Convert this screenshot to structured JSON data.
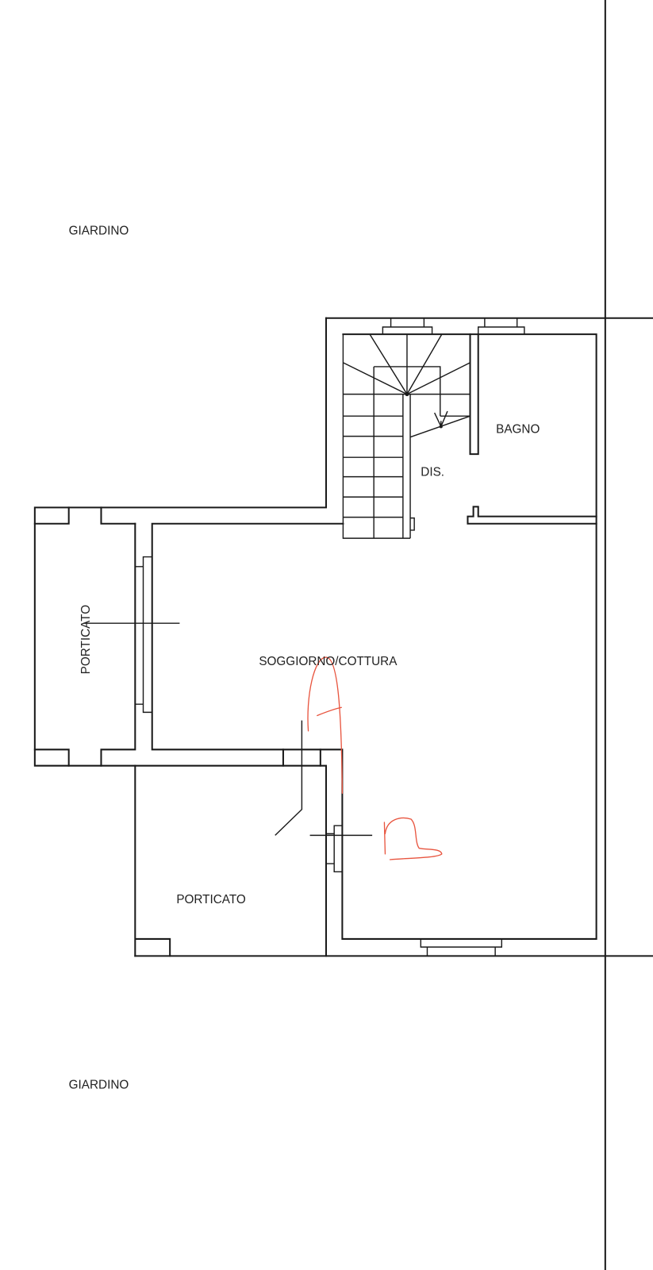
{
  "plan": {
    "labels": {
      "garden_top": "GIARDINO",
      "garden_bottom": "GIARDINO",
      "bathroom": "BAGNO",
      "hallway": "DIS.",
      "living_kitchen": "SOGGIORNO/COTTURA",
      "porch_left": "PORTICATO",
      "porch_bottom": "PORTICATO"
    },
    "annotations": {
      "marker_a": "A",
      "marker_b": "B",
      "color": "#e8553f"
    },
    "line_color": "#1a1a1a"
  }
}
